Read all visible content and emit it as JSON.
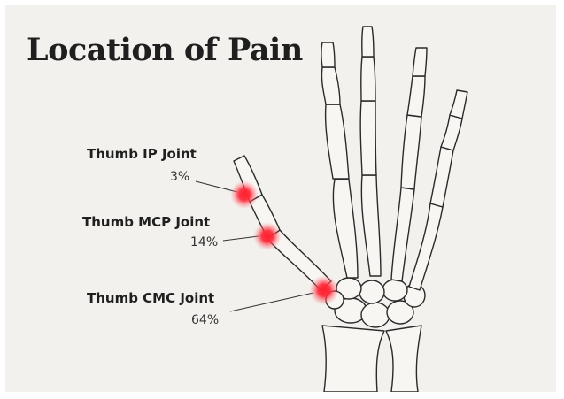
{
  "title": "Location of Pain",
  "joints": [
    {
      "name": "Thumb IP Joint",
      "percent": "3%"
    },
    {
      "name": "Thumb MCP Joint",
      "percent": "14%"
    },
    {
      "name": "Thumb CMC Joint",
      "percent": "64%"
    }
  ],
  "colors": {
    "background": "#f3f1ed",
    "pain_marker": "#ff1f2e",
    "bone_stroke": "#2a2a2a",
    "text": "#1f1f1f"
  }
}
